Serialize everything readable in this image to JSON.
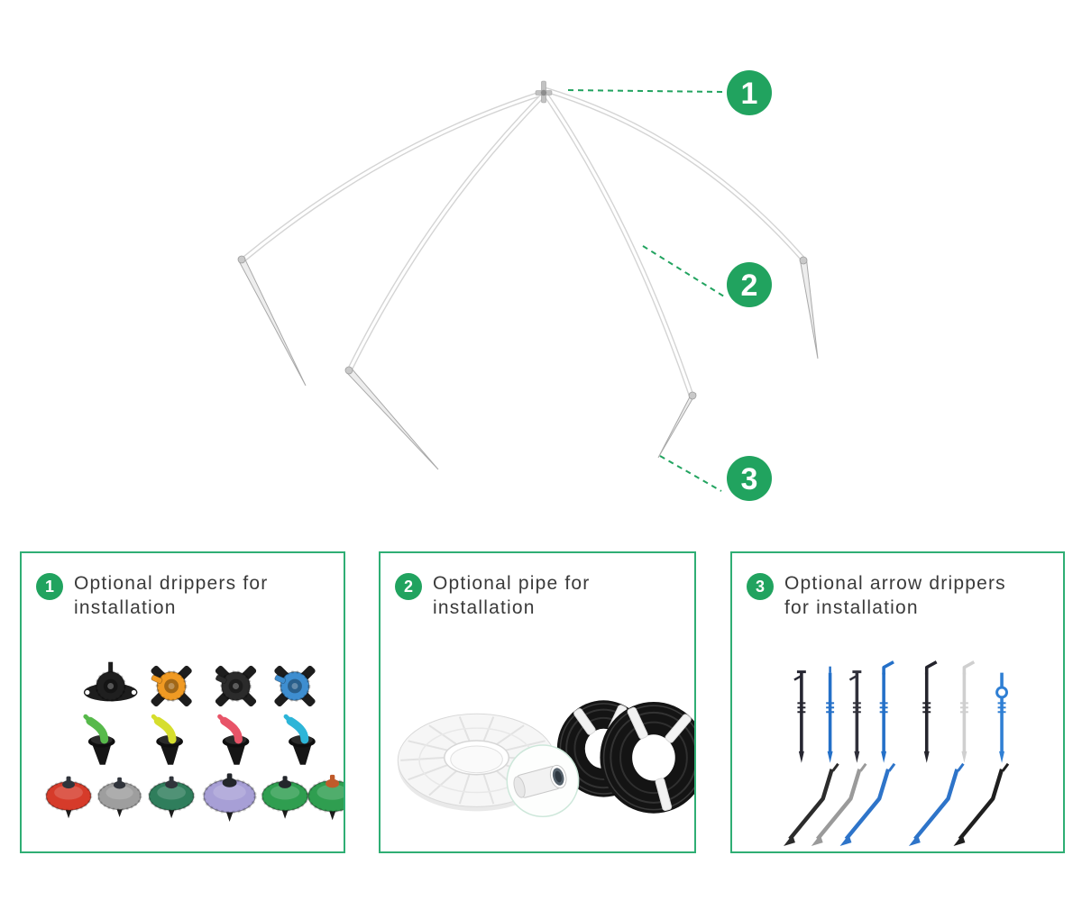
{
  "theme": {
    "green": "#21a35f",
    "border_green": "#2fae74",
    "text_color": "#3a3a3a",
    "dashed_line_color": "#21a35f",
    "background": "#ffffff"
  },
  "diagram": {
    "description": "four-outlet drip assembly with white tubes and arrow stakes",
    "callouts": [
      {
        "number": "1"
      },
      {
        "number": "2"
      },
      {
        "number": "3"
      }
    ]
  },
  "panels": [
    {
      "number": "1",
      "title": "Optional drippers for\ninstallation",
      "items": {
        "cross_drippers": [
          {
            "color": "#1f1f1f",
            "variant": "flanged"
          },
          {
            "color": "#f09a23",
            "variant": "cross"
          },
          {
            "color": "#2b2b2b",
            "variant": "cross"
          },
          {
            "color": "#3e8ed0",
            "variant": "cross"
          }
        ],
        "spike_dripper_colors": [
          "#57b94b",
          "#d6de2e",
          "#e85468",
          "#2db5d8"
        ],
        "disc_drippers": [
          {
            "body": "#d63b2a",
            "top": "#30343b",
            "scale": 1
          },
          {
            "body": "#9e9e9e",
            "top": "#30343b",
            "scale": 0.95
          },
          {
            "body": "#2f7e5c",
            "top": "#30343b",
            "scale": 1
          },
          {
            "body": "#a79fd6",
            "top": "#23262b",
            "scale": 1.15
          },
          {
            "body": "#2f9e50",
            "top": "#23262b",
            "scale": 1.02
          },
          {
            "body": "#2f9e50",
            "top": "#c05a2a",
            "scale": 1.08
          }
        ]
      }
    },
    {
      "number": "2",
      "title": "Optional pipe for\ninstallation",
      "items": {
        "white_pipe_color": "#f6f6f6",
        "black_pipe_color": "#141414"
      }
    },
    {
      "number": "3",
      "title": "Optional arrow drippers\nfor installation",
      "items": {
        "straight_arrow_drippers": [
          {
            "color": "#262631",
            "variant": "tcap"
          },
          {
            "color": "#2470c8",
            "variant": "plain"
          },
          {
            "color": "#30303a",
            "variant": "tcap"
          },
          {
            "color": "#2470c8",
            "variant": "hook"
          },
          {
            "color": "#24242c",
            "variant": "hook"
          },
          {
            "color": "#cfcfcf",
            "variant": "hook"
          },
          {
            "color": "#2f7fd4",
            "variant": "ring"
          }
        ],
        "bent_arrow_dripper_colors": [
          "#2c2c2c",
          "#9a9a9a",
          "#2e74c9",
          "#2e74c9",
          "#1f1f1f"
        ]
      }
    }
  ]
}
